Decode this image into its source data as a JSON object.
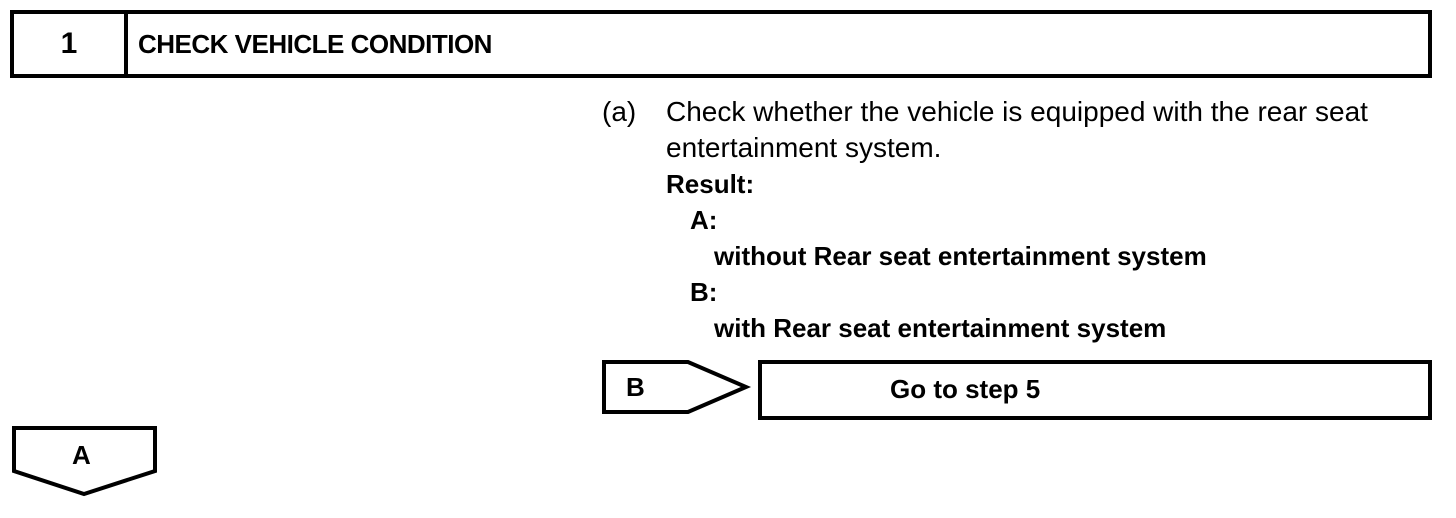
{
  "step": {
    "number": "1",
    "title": "CHECK VEHICLE CONDITION"
  },
  "instruction": {
    "marker": "(a)",
    "text": "Check whether the vehicle is equipped with the rear seat entertainment system."
  },
  "result": {
    "heading": "Result:",
    "options": [
      {
        "label": "A:",
        "description": "without Rear seat entertainment system"
      },
      {
        "label": "B:",
        "description": "with Rear seat entertainment system"
      }
    ]
  },
  "branch_b": {
    "tag": "B",
    "action": "Go to step 5"
  },
  "branch_a": {
    "tag": "A"
  }
}
